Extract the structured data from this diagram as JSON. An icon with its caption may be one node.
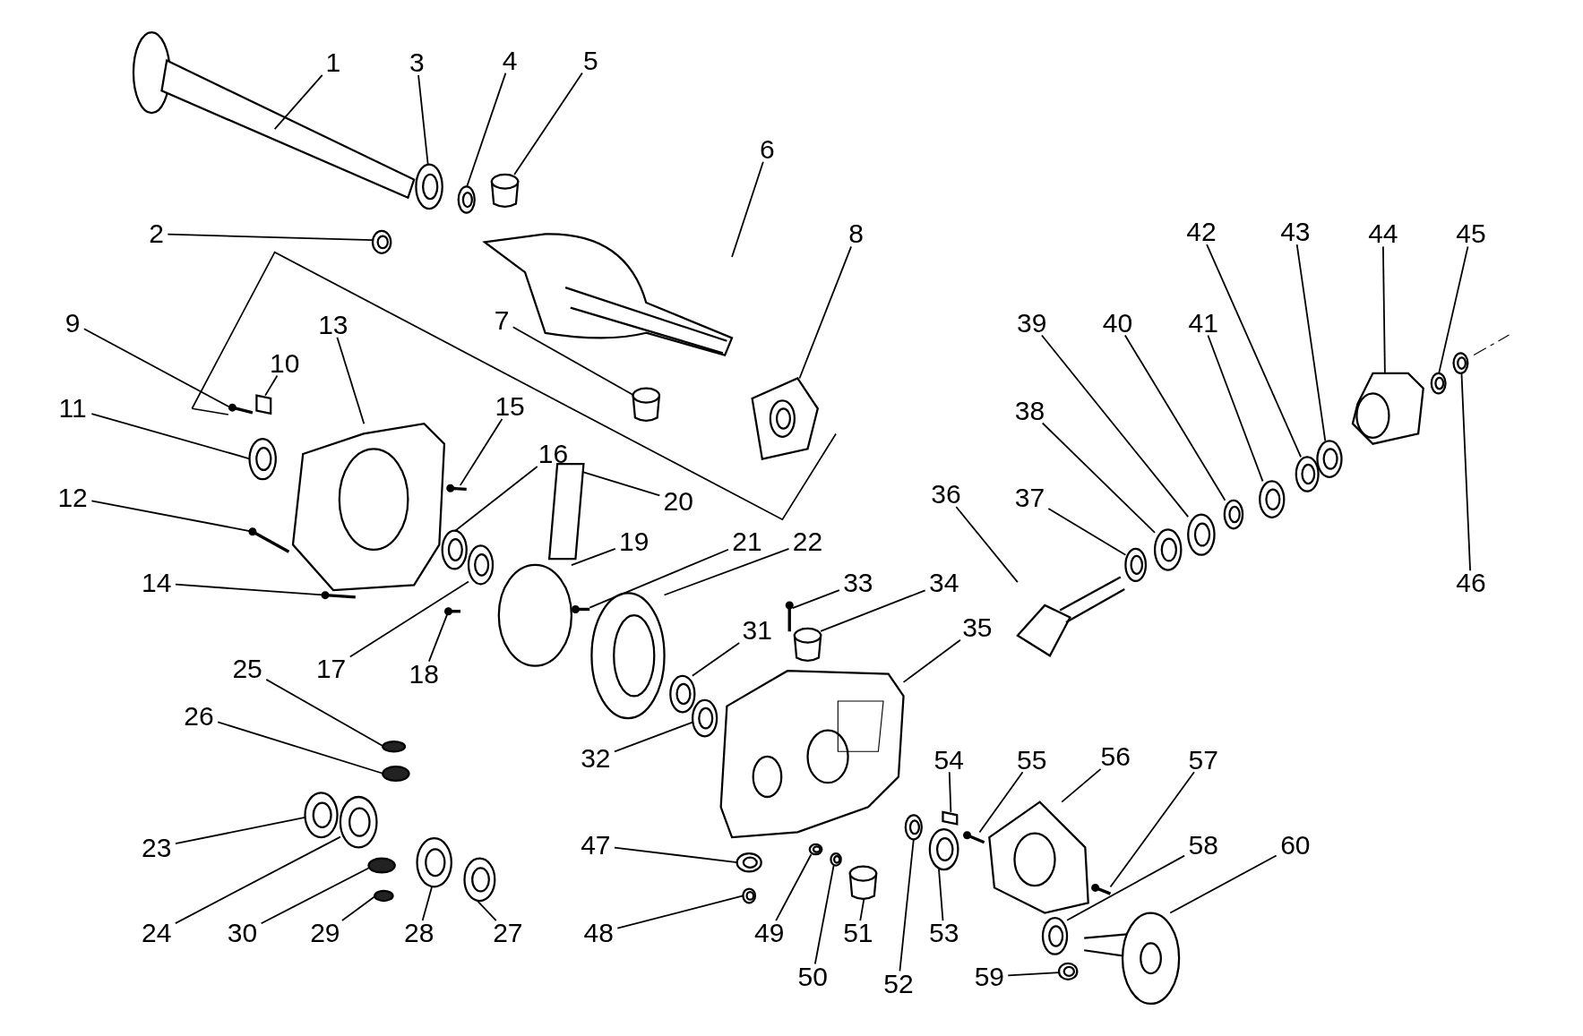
{
  "diagram": {
    "nodes": [
      {
        "text": [
          "1"
        ]
      },
      {
        "text": [
          "2"
        ]
      },
      {
        "text": [
          "3"
        ]
      },
      {
        "text": [
          "4"
        ]
      },
      {
        "text": [
          "5"
        ]
      },
      {
        "text": [
          "6"
        ]
      },
      {
        "text": [
          "7"
        ]
      },
      {
        "text": [
          "8"
        ]
      },
      {
        "text": [
          "9"
        ]
      },
      {
        "text": [
          "10"
        ]
      },
      {
        "text": [
          "11"
        ]
      },
      {
        "text": [
          "12"
        ]
      },
      {
        "text": [
          "13"
        ]
      },
      {
        "text": [
          "14"
        ]
      },
      {
        "text": [
          "15"
        ]
      },
      {
        "text": [
          "16"
        ]
      },
      {
        "text": [
          "17"
        ]
      },
      {
        "text": [
          "18"
        ]
      },
      {
        "text": [
          "19"
        ]
      },
      {
        "text": [
          "20"
        ]
      },
      {
        "text": [
          "21"
        ]
      },
      {
        "text": [
          "22"
        ]
      },
      {
        "text": [
          "23"
        ]
      },
      {
        "text": [
          "24"
        ]
      },
      {
        "text": [
          "25"
        ]
      },
      {
        "text": [
          "26"
        ]
      },
      {
        "text": [
          "27"
        ]
      },
      {
        "text": [
          "28"
        ]
      },
      {
        "text": [
          "29"
        ]
      },
      {
        "text": [
          "30"
        ]
      },
      {
        "text": [
          "31"
        ]
      },
      {
        "text": [
          "32"
        ]
      },
      {
        "text": [
          "33"
        ]
      },
      {
        "text": [
          "34"
        ]
      },
      {
        "text": [
          "35"
        ]
      },
      {
        "text": [
          "36"
        ]
      },
      {
        "text": [
          "37"
        ]
      },
      {
        "text": [
          "38"
        ]
      },
      {
        "text": [
          "39"
        ]
      },
      {
        "text": [
          "40"
        ]
      },
      {
        "text": [
          "41"
        ]
      },
      {
        "text": [
          "42"
        ]
      },
      {
        "text": [
          "43"
        ]
      },
      {
        "text": [
          "44"
        ]
      },
      {
        "text": [
          "45"
        ]
      },
      {
        "text": [
          "46"
        ]
      },
      {
        "text": [
          "47"
        ]
      },
      {
        "text": [
          "48"
        ]
      },
      {
        "text": [
          "49"
        ]
      },
      {
        "text": [
          "50"
        ]
      },
      {
        "text": [
          "51"
        ]
      },
      {
        "text": [
          "52"
        ]
      },
      {
        "text": [
          "53"
        ]
      },
      {
        "text": [
          "54"
        ]
      },
      {
        "text": [
          "55"
        ]
      },
      {
        "text": [
          "56"
        ]
      },
      {
        "text": [
          "57"
        ]
      },
      {
        "text": [
          "58"
        ]
      },
      {
        "text": [
          "59"
        ]
      },
      {
        "text": [
          "60"
        ]
      },
      {
        "text": [],
        "shape": "picture"
      },
      {
        "text": [],
        "shape": "picture"
      },
      {
        "text": [],
        "shape": "picture"
      },
      {
        "text": [],
        "shape": "picture"
      },
      {
        "text": [],
        "shape": "cylinder"
      },
      {
        "text": [],
        "shape": "picture"
      },
      {
        "text": [],
        "shape": "cylinder"
      },
      {
        "text": [],
        "shape": "picture"
      },
      {
        "text": [],
        "shape": "picture"
      },
      {
        "text": [],
        "shape": "box"
      },
      {
        "text": [],
        "shape": "picture"
      },
      {
        "text": [],
        "shape": "picture"
      },
      {
        "text": [],
        "shape": "picture"
      },
      {
        "text": [],
        "shape": "picture"
      },
      {
        "text": [],
        "shape": "picture"
      },
      {
        "text": [],
        "shape": "picture"
      },
      {
        "text": [],
        "shape": "picture"
      },
      {
        "text": [],
        "shape": "picture"
      },
      {
        "text": [],
        "shape": "circle"
      },
      {
        "text": [],
        "shape": "bar"
      },
      {
        "text": [],
        "shape": "picture"
      },
      {
        "text": [],
        "shape": "picture"
      },
      {
        "text": [],
        "shape": "picture"
      },
      {
        "text": [],
        "shape": "picture"
      },
      {
        "text": [],
        "shape": "circle"
      },
      {
        "text": [],
        "shape": "circle"
      },
      {
        "text": [],
        "shape": "picture"
      },
      {
        "text": [],
        "shape": "picture"
      },
      {
        "text": [],
        "shape": "circle"
      },
      {
        "text": [],
        "shape": "circle"
      },
      {
        "text": [],
        "shape": "picture"
      },
      {
        "text": [],
        "shape": "picture"
      },
      {
        "text": [],
        "shape": "picture"
      },
      {
        "text": [],
        "shape": "cylinder"
      },
      {
        "text": [],
        "shape": "picture"
      },
      {
        "text": [],
        "shape": "picture"
      },
      {
        "text": [],
        "shape": "picture"
      },
      {
        "text": [],
        "shape": "picture"
      },
      {
        "text": [],
        "shape": "picture"
      },
      {
        "text": [],
        "shape": "picture"
      },
      {
        "text": [],
        "shape": "picture"
      },
      {
        "text": [],
        "shape": "picture"
      },
      {
        "text": [],
        "shape": "picture"
      },
      {
        "text": [],
        "shape": "picture"
      },
      {
        "text": [],
        "shape": "picture"
      },
      {
        "text": [],
        "shape": "picture"
      },
      {
        "text": [],
        "shape": "picture"
      },
      {
        "text": [],
        "shape": "picture"
      },
      {
        "text": [],
        "shape": "picture"
      },
      {
        "text": [],
        "shape": "picture"
      },
      {
        "text": [],
        "shape": "cylinder"
      },
      {
        "text": [],
        "shape": "picture"
      },
      {
        "text": [],
        "shape": "picture"
      },
      {
        "text": [],
        "shape": "box"
      },
      {
        "text": [],
        "shape": "picture"
      },
      {
        "text": [],
        "shape": "picture"
      },
      {
        "text": [],
        "shape": "picture"
      },
      {
        "text": [],
        "shape": "picture"
      },
      {
        "text": [],
        "shape": "picture"
      },
      {
        "text": [],
        "shape": "picture"
      }
    ],
    "edges": [
      {
        "from": 0,
        "to": 60,
        "arrow": "none"
      },
      {
        "from": 1,
        "to": 61,
        "arrow": "none"
      },
      {
        "from": 2,
        "to": 62,
        "arrow": "none"
      },
      {
        "from": 3,
        "to": 63,
        "arrow": "none"
      },
      {
        "from": 4,
        "to": 64,
        "arrow": "none"
      },
      {
        "from": 5,
        "to": 65,
        "arrow": "none"
      },
      {
        "from": 6,
        "to": 66,
        "arrow": "none"
      },
      {
        "from": 7,
        "to": 67,
        "arrow": "none"
      },
      {
        "from": 8,
        "to": 68,
        "arrow": "none"
      },
      {
        "from": 9,
        "to": 69,
        "arrow": "none"
      },
      {
        "from": 10,
        "to": 70,
        "arrow": "none"
      },
      {
        "from": 11,
        "to": 71,
        "arrow": "none"
      },
      {
        "from": 12,
        "to": 72,
        "arrow": "none"
      },
      {
        "from": 13,
        "to": 73,
        "arrow": "none"
      },
      {
        "from": 14,
        "to": 74,
        "arrow": "none"
      },
      {
        "from": 15,
        "to": 75,
        "arrow": "none"
      },
      {
        "from": 16,
        "to": 76,
        "arrow": "none"
      },
      {
        "from": 17,
        "to": 77,
        "arrow": "none"
      },
      {
        "from": 18,
        "to": 78,
        "arrow": "none"
      },
      {
        "from": 19,
        "to": 79,
        "arrow": "none"
      },
      {
        "from": 20,
        "to": 80,
        "arrow": "none"
      },
      {
        "from": 21,
        "to": 81,
        "arrow": "none"
      },
      {
        "from": 22,
        "to": 82,
        "arrow": "none"
      },
      {
        "from": 23,
        "to": 83,
        "arrow": "none"
      },
      {
        "from": 24,
        "to": 84,
        "arrow": "none"
      },
      {
        "from": 25,
        "to": 85,
        "arrow": "none"
      },
      {
        "from": 26,
        "to": 86,
        "arrow": "none"
      },
      {
        "from": 27,
        "to": 87,
        "arrow": "none"
      },
      {
        "from": 28,
        "to": 88,
        "arrow": "none"
      },
      {
        "from": 29,
        "to": 89,
        "arrow": "none"
      },
      {
        "from": 30,
        "to": 90,
        "arrow": "none"
      },
      {
        "from": 31,
        "to": 91,
        "arrow": "none"
      },
      {
        "from": 32,
        "to": 92,
        "arrow": "none"
      },
      {
        "from": 33,
        "to": 93,
        "arrow": "none"
      },
      {
        "from": 34,
        "to": 94,
        "arrow": "none"
      },
      {
        "from": 35,
        "to": 95,
        "arrow": "none"
      },
      {
        "from": 36,
        "to": 96,
        "arrow": "none"
      },
      {
        "from": 37,
        "to": 97,
        "arrow": "none"
      },
      {
        "from": 38,
        "to": 98,
        "arrow": "none"
      },
      {
        "from": 39,
        "to": 99,
        "arrow": "none"
      },
      {
        "from": 40,
        "to": 100,
        "arrow": "none"
      },
      {
        "from": 41,
        "to": 101,
        "arrow": "none"
      },
      {
        "from": 42,
        "to": 102,
        "arrow": "none"
      },
      {
        "from": 43,
        "to": 103,
        "arrow": "none"
      },
      {
        "from": 44,
        "to": 104,
        "arrow": "none"
      },
      {
        "from": 45,
        "to": 105,
        "arrow": "none"
      },
      {
        "from": 46,
        "to": 106,
        "arrow": "none"
      },
      {
        "from": 47,
        "to": 107,
        "arrow": "none"
      },
      {
        "from": 48,
        "to": 108,
        "arrow": "none"
      },
      {
        "from": 49,
        "to": 109,
        "arrow": "none"
      },
      {
        "from": 50,
        "to": 110,
        "arrow": "none"
      },
      {
        "from": 51,
        "to": 111,
        "arrow": "none"
      },
      {
        "from": 52,
        "to": 112,
        "arrow": "none"
      },
      {
        "from": 53,
        "to": 113,
        "arrow": "none"
      },
      {
        "from": 54,
        "to": 114,
        "arrow": "none"
      },
      {
        "from": 55,
        "to": 115,
        "arrow": "none"
      },
      {
        "from": 56,
        "to": 116,
        "arrow": "none"
      },
      {
        "from": 57,
        "to": 117,
        "arrow": "none"
      },
      {
        "from": 58,
        "to": 118,
        "arrow": "none"
      },
      {
        "from": 59,
        "to": 119,
        "arrow": "none"
      }
    ]
  }
}
